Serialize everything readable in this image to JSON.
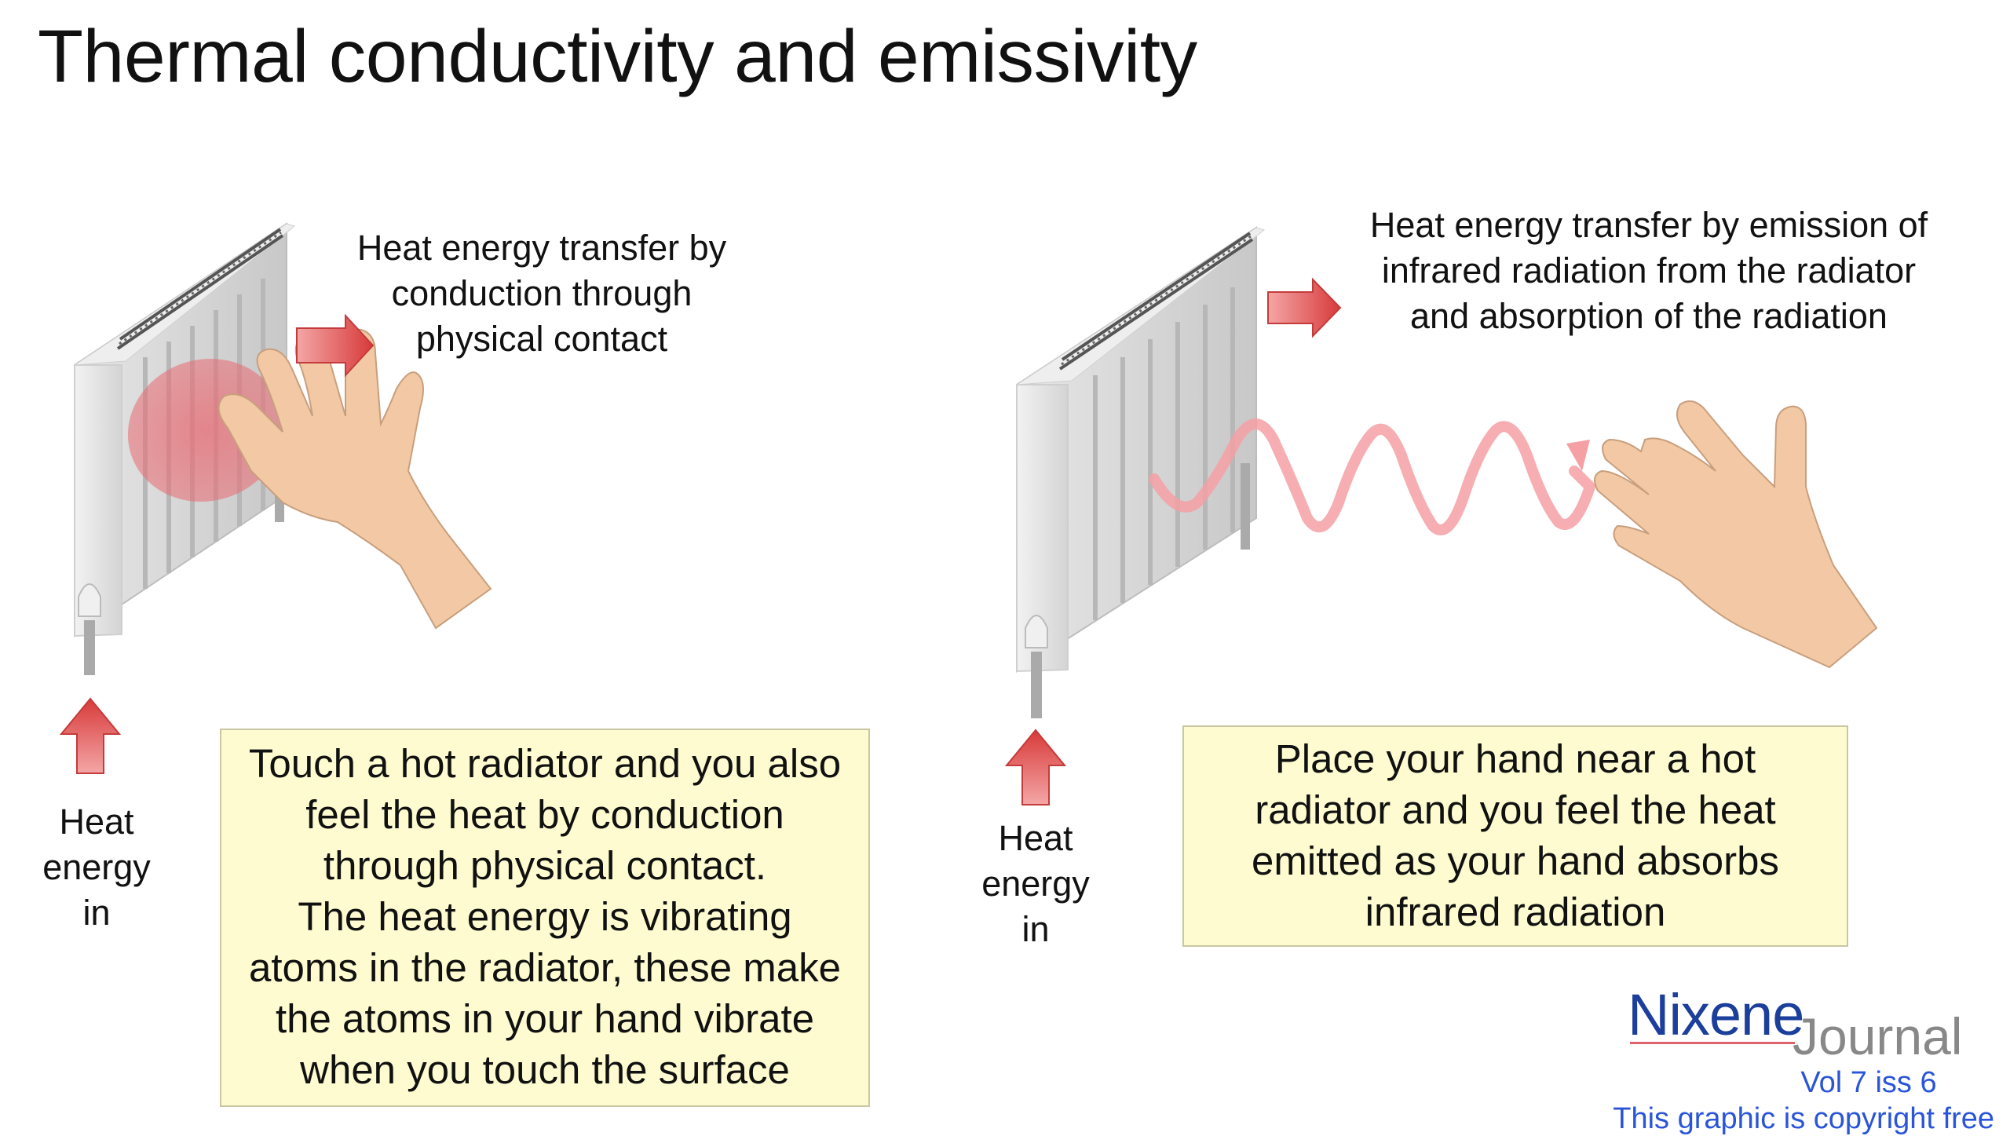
{
  "title": "Thermal conductivity and emissivity",
  "left_panel": {
    "caption_lines": [
      "Heat energy transfer by",
      "conduction through",
      "physical contact"
    ],
    "heat_in_lines": [
      "Heat",
      "energy",
      "in"
    ],
    "note_lines": [
      "Touch a hot radiator and you also",
      "feel the heat by conduction",
      "through physical contact.",
      "The heat energy is vibrating",
      "atoms in the radiator, these make",
      "the atoms in your hand vibrate",
      "when you touch the surface"
    ]
  },
  "right_panel": {
    "caption_lines": [
      "Heat energy transfer by emission of",
      "infrared radiation from the radiator",
      "and absorption of the radiation"
    ],
    "heat_in_lines": [
      "Heat",
      "energy",
      "in"
    ],
    "note_lines": [
      "Place your hand near a hot",
      "radiator and you feel the heat",
      "emitted as your hand absorbs",
      "infrared radiation"
    ]
  },
  "branding": {
    "logo_main": "Nixene",
    "logo_sub": "Journal",
    "issue": "Vol 7 iss 6",
    "copyright": "This graphic is copyright free"
  },
  "colors": {
    "arrow_red": "#e34b4b",
    "wave_pink": "#f4a0a4",
    "note_bg": "#fdfbcf",
    "skin": "#f2c9a4",
    "logo_blue": "#1c3f9c",
    "link_blue": "#2a55d8"
  }
}
